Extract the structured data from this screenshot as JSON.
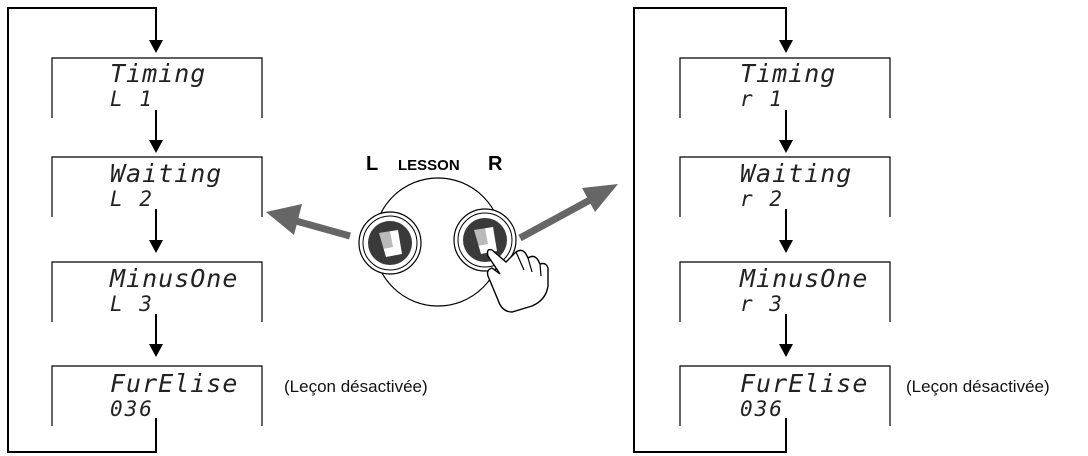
{
  "left_panel": {
    "displays": [
      {
        "line1": "Timing",
        "line2": "L  1"
      },
      {
        "line1": "Waiting",
        "line2": "L  2"
      },
      {
        "line1": "MinusOne",
        "line2": "L  3"
      },
      {
        "line1": "FurElise",
        "line2": "036"
      }
    ],
    "note": "(Leçon désactivée)"
  },
  "right_panel": {
    "displays": [
      {
        "line1": "Timing",
        "line2": "r 1"
      },
      {
        "line1": "Waiting",
        "line2": "r 2"
      },
      {
        "line1": "MinusOne",
        "line2": "r 3"
      },
      {
        "line1": "FurElise",
        "line2": "036"
      }
    ],
    "note": "(Leçon désactivée)"
  },
  "lesson": {
    "left_letter": "L",
    "label": "LESSON",
    "right_letter": "R"
  },
  "colors": {
    "line": "#000000",
    "arrow_gray": "#666666",
    "button_dark": "#444444"
  },
  "icons": [
    "down-arrow-icon",
    "gray-arrow-icon",
    "hand-pointer-icon"
  ]
}
